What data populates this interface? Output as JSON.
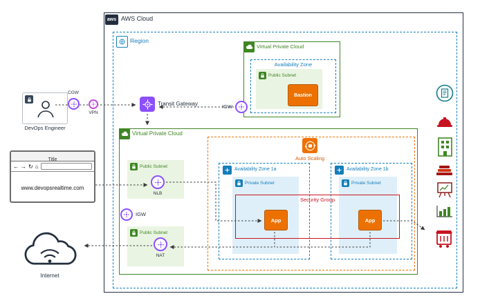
{
  "colors": {
    "aws_dark": "#232F3E",
    "region_blue": "#147EBA",
    "vpc_green": "#3F8624",
    "subnet_green_fill": "#EAF4E2",
    "private_blue_fill": "#DFEFF9",
    "purple": "#8C4FFF",
    "orange": "#ED7100",
    "red": "#C7131F"
  },
  "aws_cloud": {
    "logo": "aws",
    "label": "AWS Cloud"
  },
  "region": {
    "label": "Region"
  },
  "vpc_top": {
    "label": "Virtual Private Cloud",
    "availability_zone": "Availability Zone",
    "public_subnet": "Public Subnet",
    "bastion": "Bastion"
  },
  "transit_gateway": {
    "label": "Transit Gateway"
  },
  "igw_top": {
    "label": "IGW"
  },
  "devops": {
    "label": "DevOps Engineer"
  },
  "cgw": {
    "label": "CGW"
  },
  "vpn": {
    "label": "VPN"
  },
  "browser": {
    "title": "Title",
    "url": "www.devopsrealtime.com",
    "nav": {
      "back": "←",
      "forward": "→",
      "refresh": "↻",
      "home": "⌂"
    }
  },
  "internet": {
    "label": "Internet"
  },
  "vpc_main": {
    "label": "Virtual Private Cloud",
    "public_subnet_nlb": "Public Subnet",
    "nlb": "NLB",
    "igw": "IGW",
    "public_subnet_nat": "Public Subnet",
    "nat": "NAT",
    "auto_scaling": "Auto Scaling",
    "az_1a": "Availability Zone 1a",
    "az_1b": "Availability Zone 1b",
    "private_subnet_1a": "Private Subnet",
    "private_subnet_1b": "Private Subnet",
    "app_1a": "App",
    "app_1b": "App",
    "security_group": "Security Group"
  },
  "side_icons": [
    "report",
    "safety-helmet",
    "building",
    "books",
    "chart-board",
    "bar-chart",
    "trash-bin"
  ]
}
